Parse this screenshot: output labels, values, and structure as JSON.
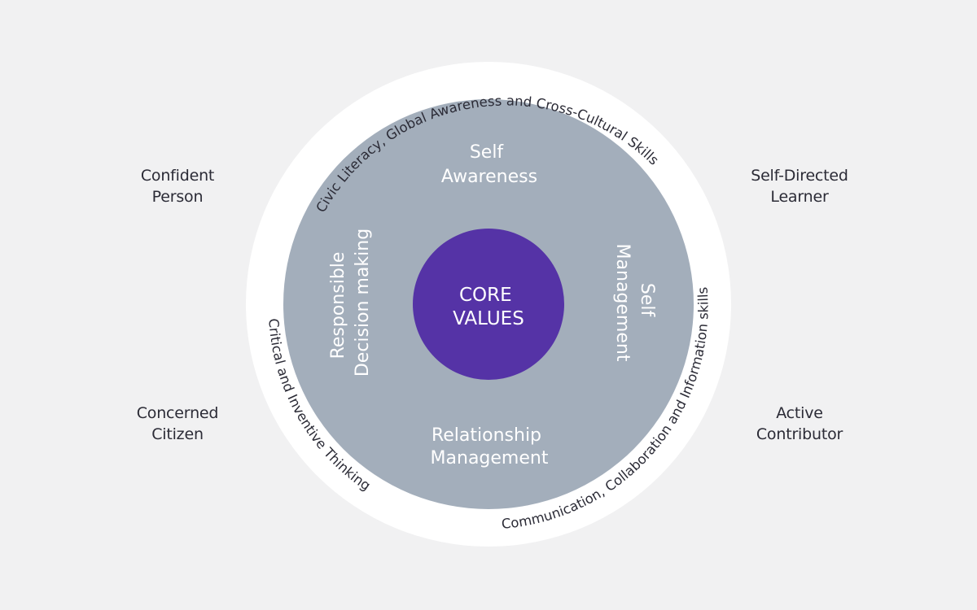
{
  "corners": {
    "top_left": [
      "Confident",
      "Person"
    ],
    "top_right": [
      "Self-Directed",
      "Learner"
    ],
    "bottom_left": [
      "Concerned",
      "Citizen"
    ],
    "bottom_right": [
      "Active",
      "Contributor"
    ]
  },
  "outer_ring": {
    "top": "Civic Literacy, Global Awareness and Cross-Cultural Skills",
    "left": "Critical and Inventive Thinking",
    "bottom_right": "Communication, Collaboration and Information skills"
  },
  "competencies": {
    "top": [
      "Self",
      "Awareness"
    ],
    "right": [
      "Self",
      "Management"
    ],
    "bottom": [
      "Relationship",
      "Management"
    ],
    "left": [
      "Responsible",
      "Decision making"
    ]
  },
  "core": [
    "CORE",
    "VALUES"
  ],
  "colors": {
    "background": "#f1f1f2",
    "outer_ring": "#ffffff",
    "middle_circle": "#a3aebb",
    "core": "#5533a6",
    "text_dark": "#2b2b36",
    "text_light": "#ffffff"
  }
}
